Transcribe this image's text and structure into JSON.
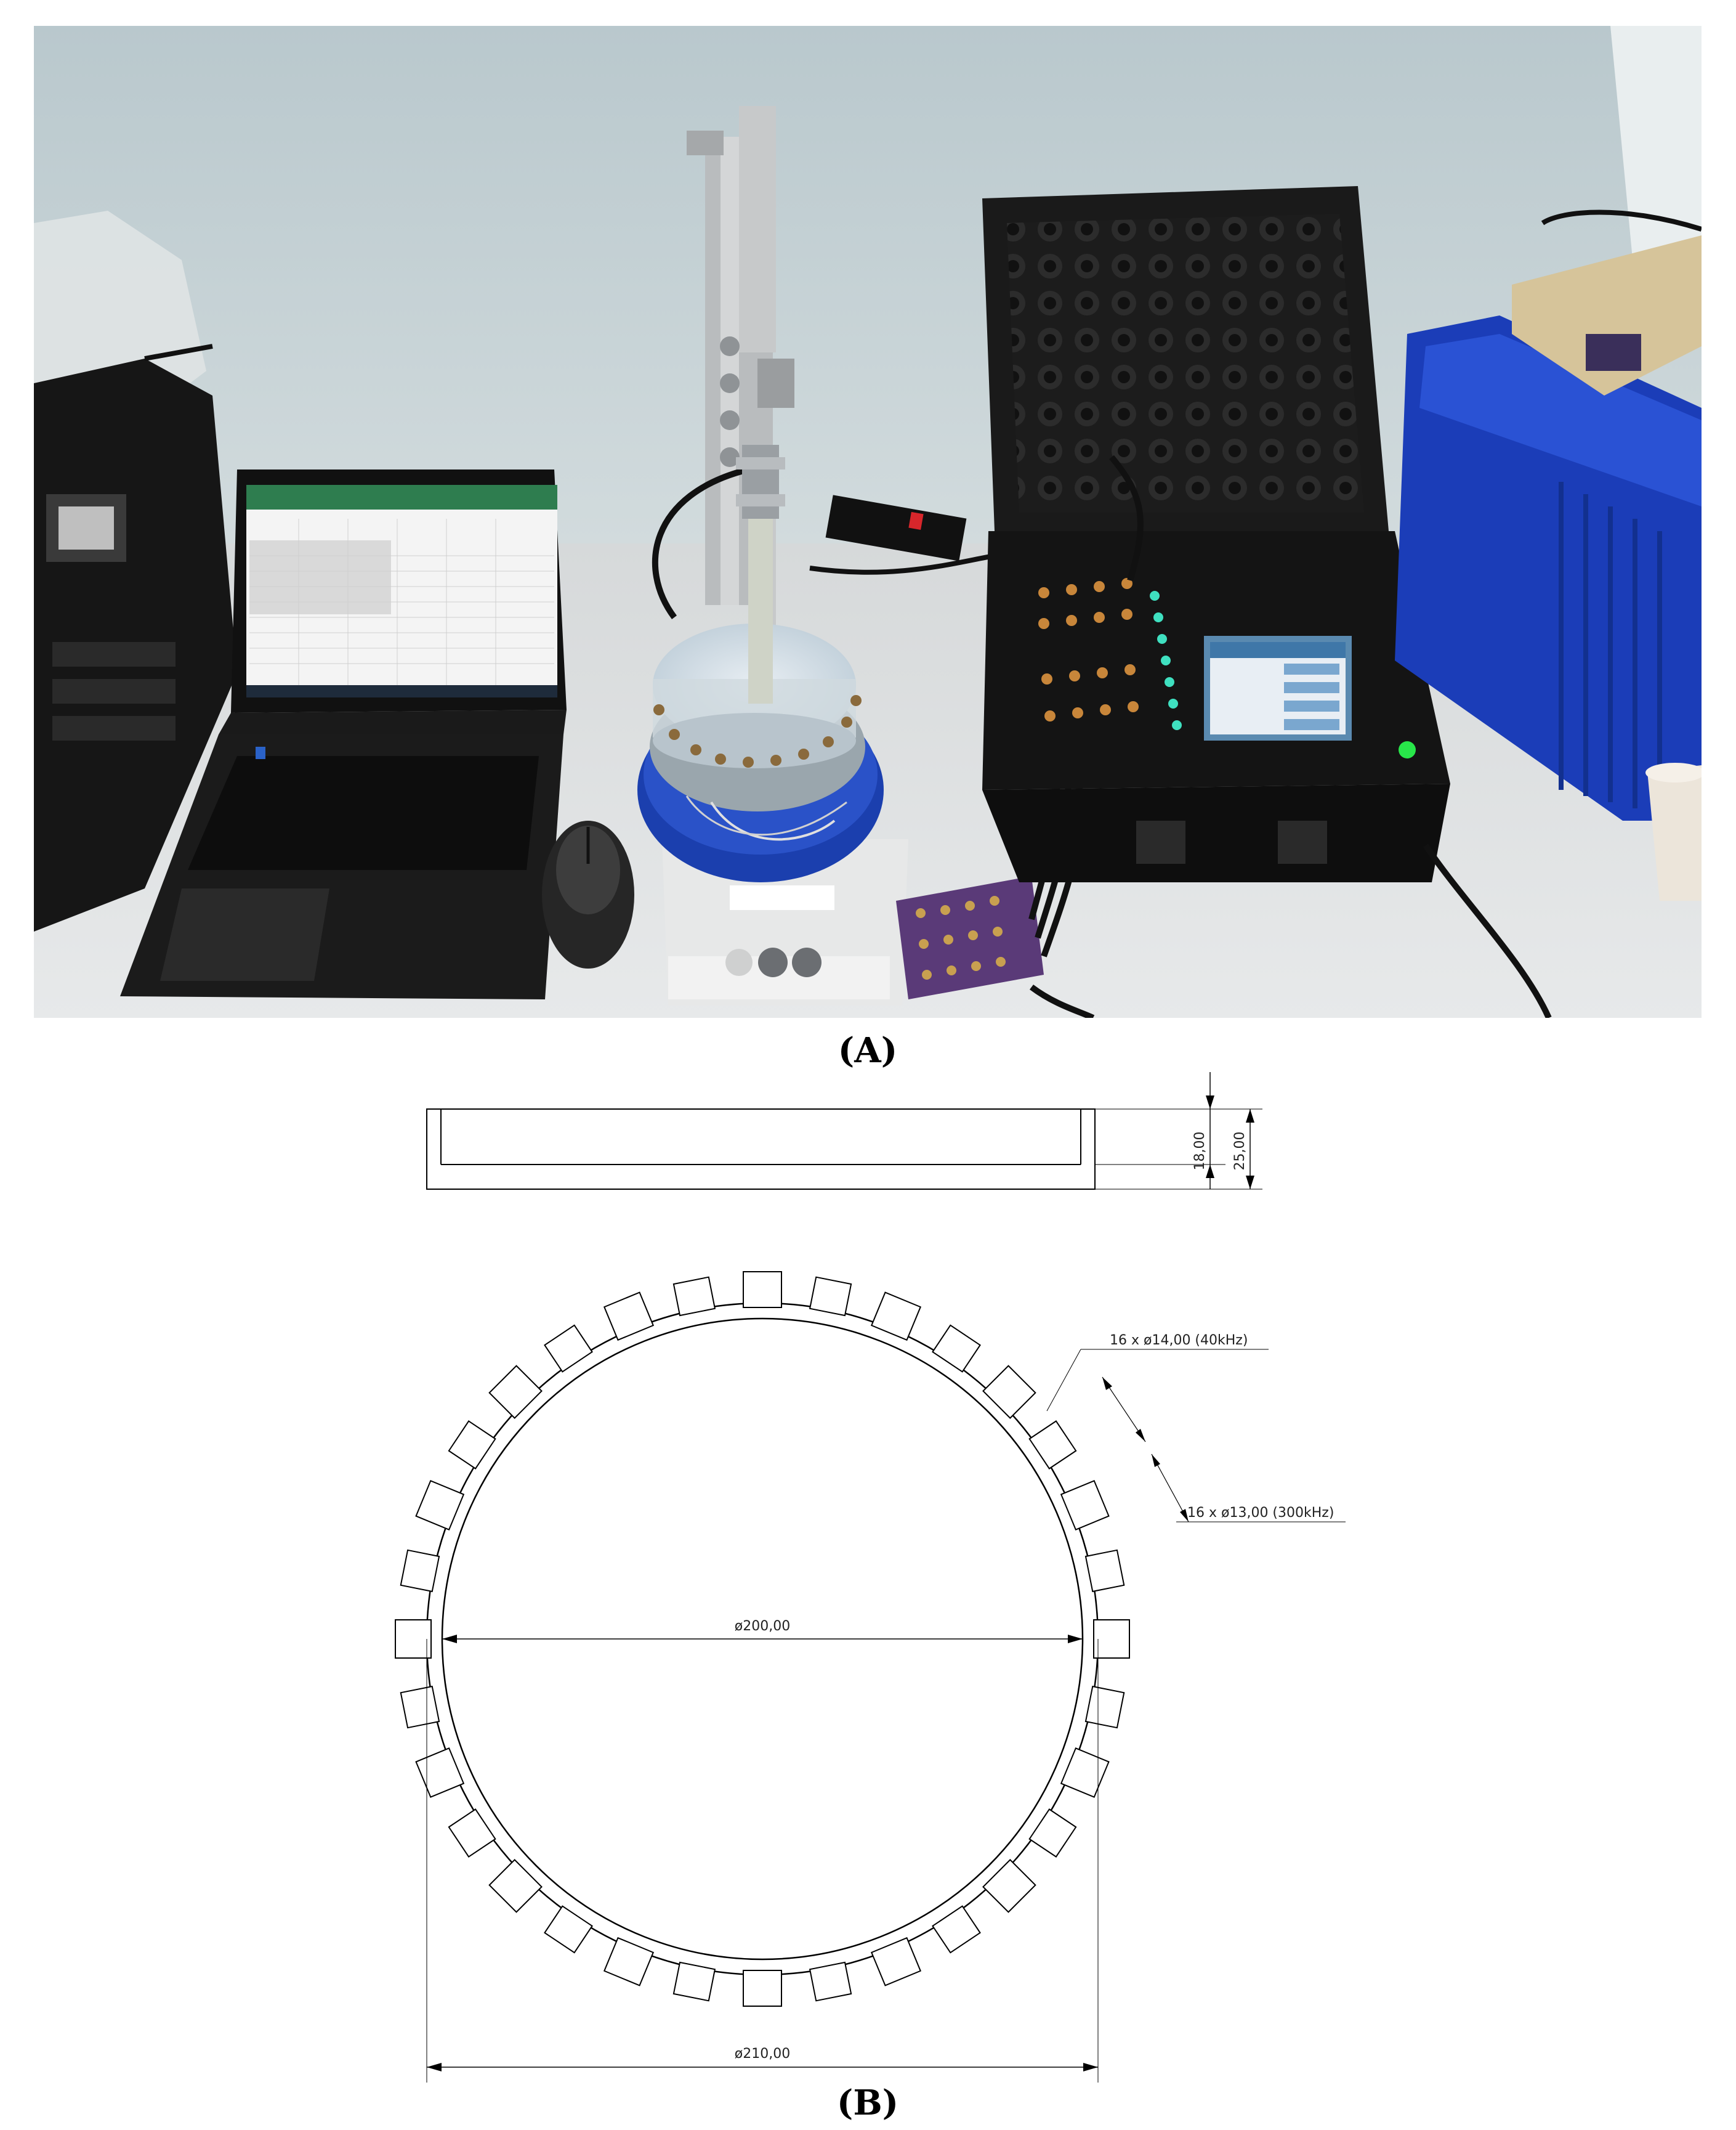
{
  "figure": {
    "caption_a": "(A)",
    "caption_b": "(B)",
    "caption_a_letter": "A",
    "caption_b_letter": "B"
  },
  "drawing": {
    "side_view_dims": {
      "inner_depth": "18,00",
      "total_height": "25,00"
    },
    "top_view_dims": {
      "inner_diameter": "ø200,00",
      "outer_diameter": "ø210,00",
      "sensor_40khz": "16 x ø14,00 (40kHz)",
      "sensor_300khz": "16 x ø13,00 (300kHz)"
    },
    "sensor_count": 32
  },
  "photo": {
    "subjects": [
      "laptop",
      "mouse",
      "stirrer",
      "tank",
      "measurement-case",
      "touch-screen",
      "power-strip",
      "blue-device"
    ]
  }
}
